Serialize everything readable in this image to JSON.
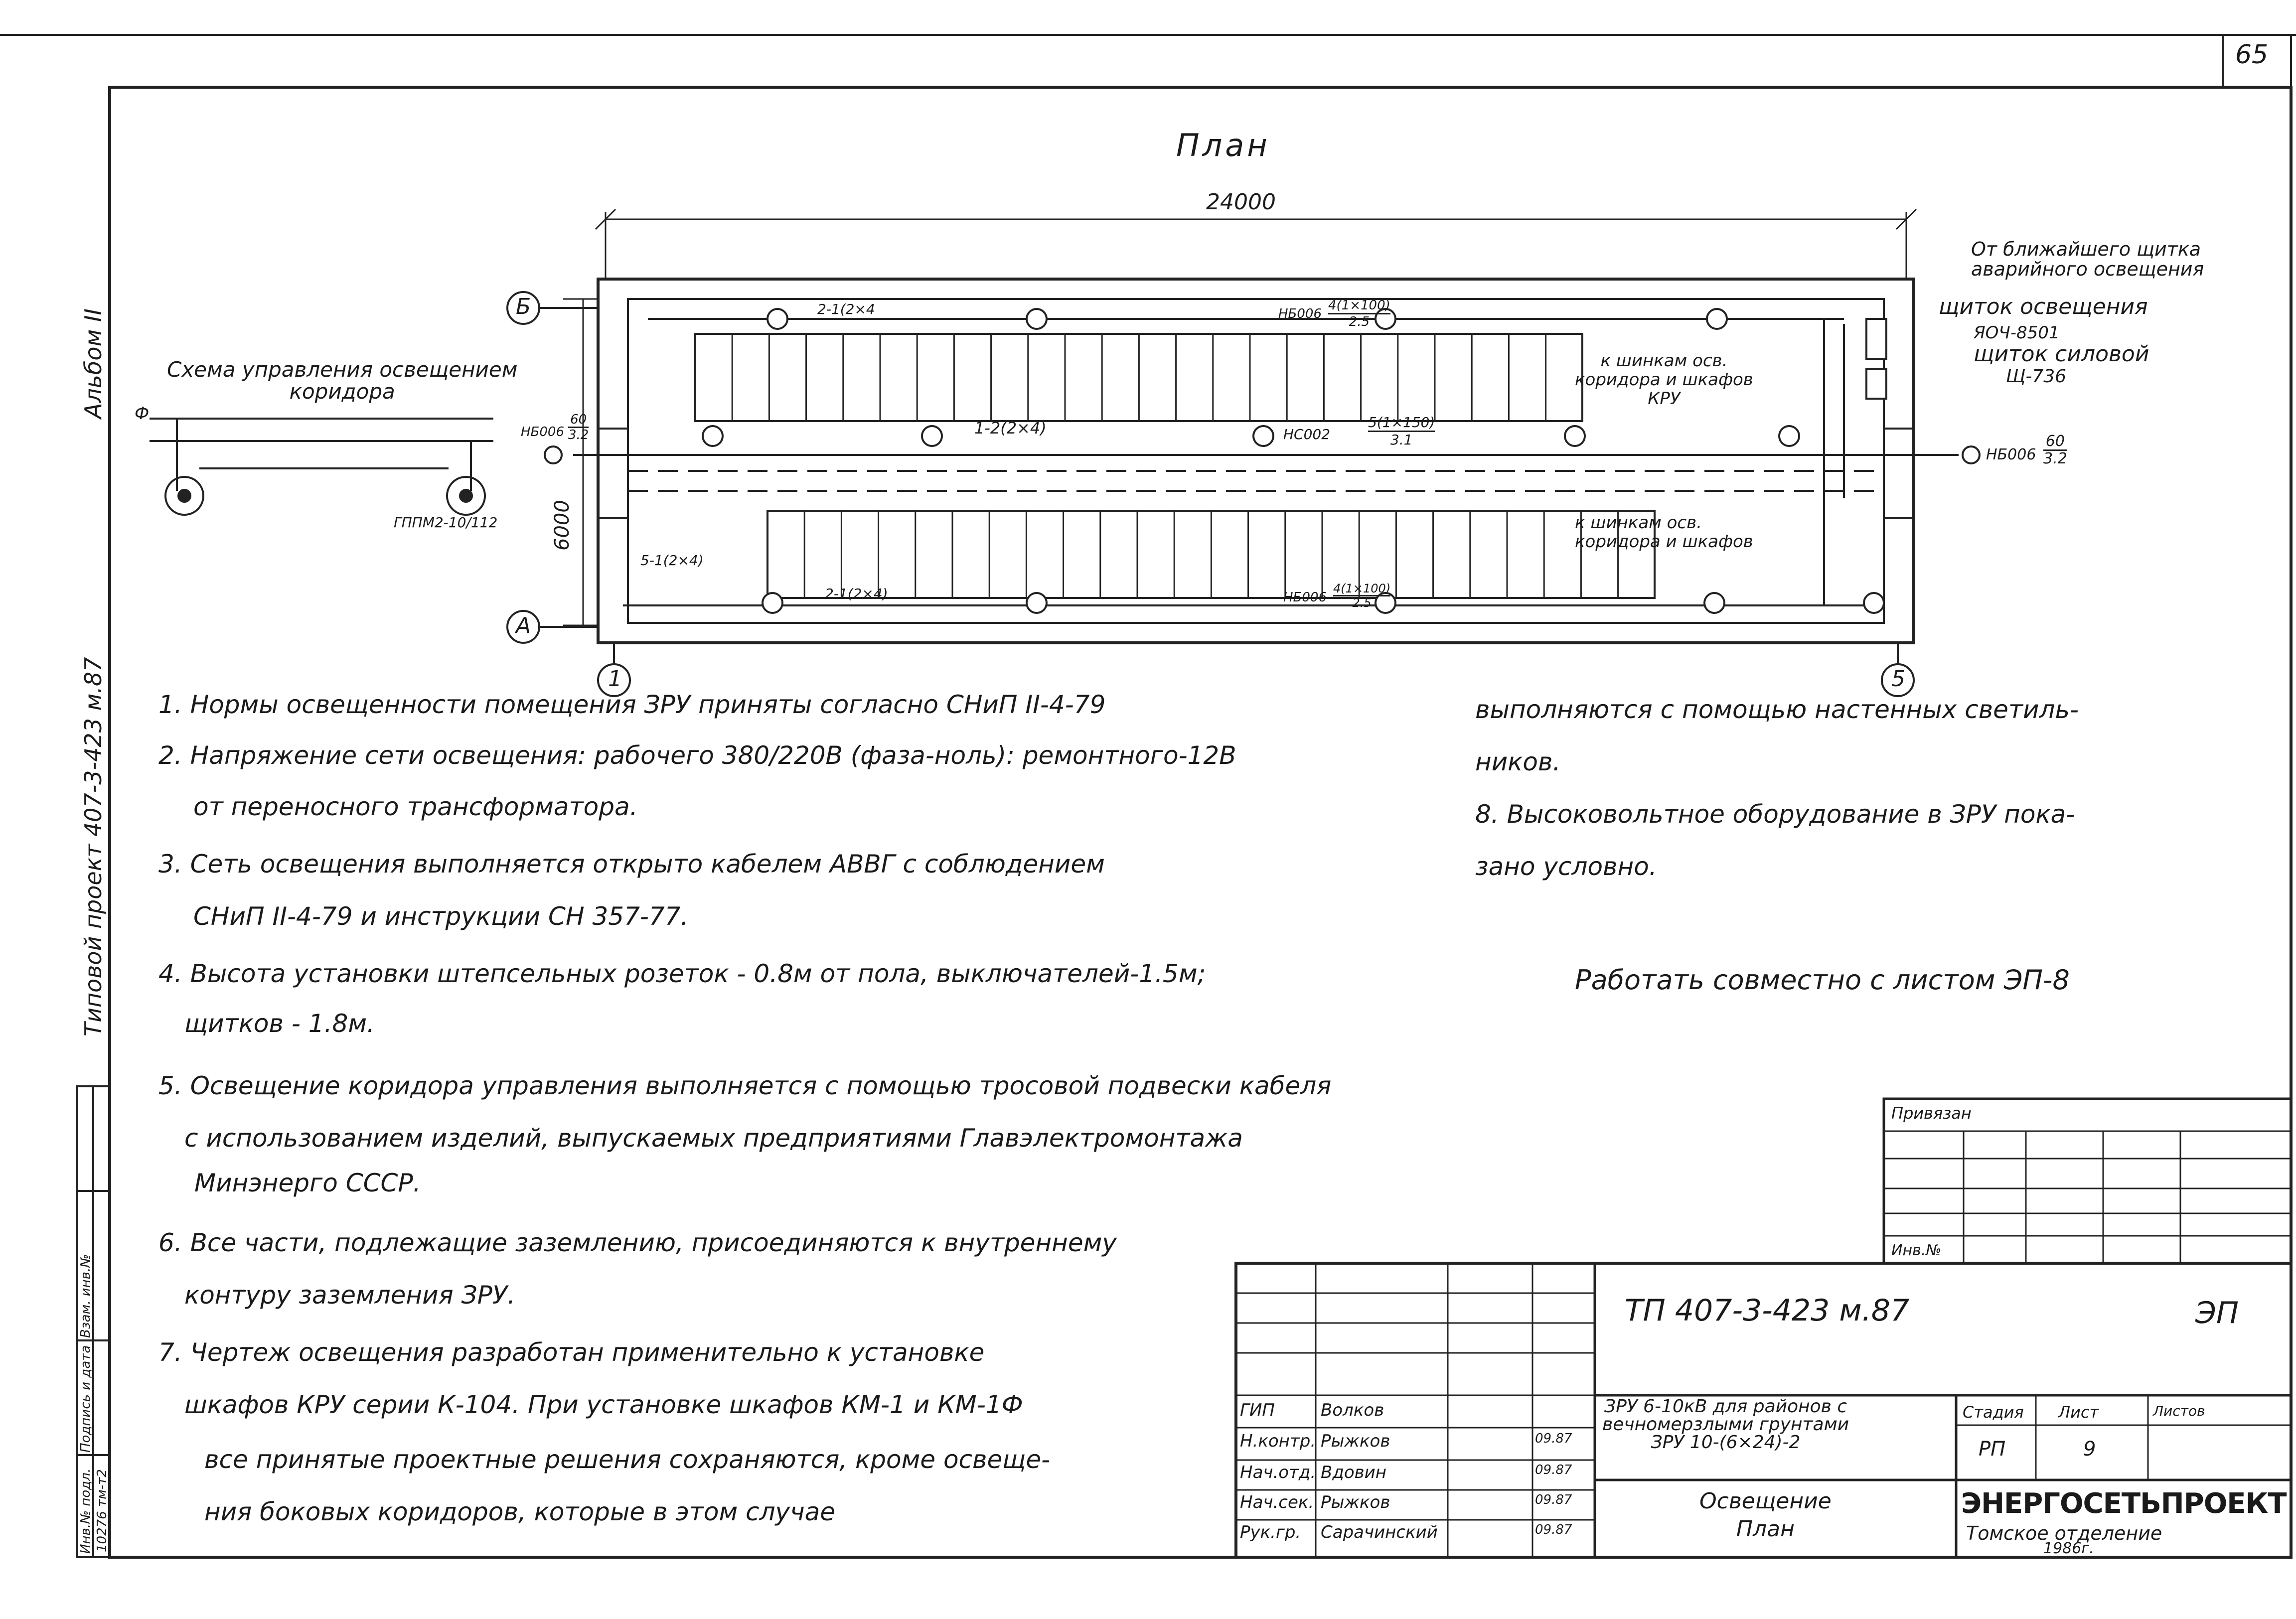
{
  "page_number": "65",
  "drawing": {
    "title": "План",
    "dim_length": "24000",
    "dim_width": "6000",
    "axis_b": "Б",
    "axis_a": "А",
    "axis_1": "1",
    "axis_5": "5",
    "labels": {
      "cable_top_left": "2-1(2×4",
      "cable_mid": "1-2(2×4)",
      "cable_bottom": "2-1(2×4)",
      "cable_51": "5-1(2×4)",
      "nb_top_code": "НБ006",
      "nb_top_num": "4(1×100)",
      "nb_top_den": "2.5",
      "nc_mid_code": "НС002",
      "nc_mid_num": "5(1×150)",
      "nc_mid_den": "3.1",
      "nb_bot_code": "НБ006",
      "nb_bot_num": "4(1×100)",
      "nb_bot_den": "2.5",
      "nb_left_code": "НБ006",
      "nb_left_num": "60",
      "nb_left_den": "3.2",
      "nb_right_code": "НБ006",
      "nb_right_num": "60",
      "nb_right_den": "3.2",
      "k_shin_top_1": "к шинкам осв.",
      "k_shin_top_2": "коридора и шкафов",
      "k_shin_top_3": "КРУ",
      "k_shin_bot_1": "к шинкам осв.",
      "k_shin_bot_2": "коридора и шкафов",
      "emergency_1": "От ближайшего щитка",
      "emergency_2": "аварийного освещения",
      "panel_light": "щиток освещения",
      "panel_light_code": "ЯОЧ-8501",
      "panel_power": "щиток силовой",
      "panel_power_code": "Щ-736"
    },
    "scheme": {
      "title_1": "Схема управления освещением",
      "title_2": "коридора",
      "phase": "Ф",
      "lamp_code": "ГППМ2-10/112"
    }
  },
  "notes_left": [
    "1. Нормы освещенности помещения ЗРУ приняты согласно СНиП II-4-79",
    "2. Напряжение сети освещения: рабочего 380/220В (фаза-ноль): ремонтного-12В",
    "от переносного трансформатора.",
    "3. Сеть освещения выполняется открыто кабелем АВВГ с соблюдением",
    "СНиП II-4-79 и инструкции СН 357-77.",
    "4. Высота установки штепсельных розеток - 0.8м от пола, выключателей-1.5м;",
    "щитков - 1.8м.",
    "5. Освещение коридора управления выполняется с помощью тросовой подвески кабеля",
    "с использованием изделий, выпускаемых предприятиями Главэлектромонтажа",
    "Минэнерго СССР.",
    "6. Все части, подлежащие заземлению, присоединяются к внутреннему",
    "контуру заземления ЗРУ.",
    "7. Чертеж освещения разработан применительно к установке",
    "шкафов КРУ серии К-104. При установке шкафов КМ-1 и КМ-1Ф",
    "все принятые проектные решения сохраняются, кроме освеще-",
    "ния боковых коридоров, которые в этом случае"
  ],
  "notes_right": [
    "выполняются с помощью настенных светиль-",
    "ников.",
    "8. Высоковольтное оборудование в ЗРУ пока-",
    "зано условно."
  ],
  "note_together": "Работать совместно с листом ЭП-8",
  "left_margin": {
    "album": "Альбом II",
    "project": "Типовой проект 407-3-423 м.87",
    "inv_podl": "Инв.№ подл.",
    "podpis": "Подпись и дата",
    "vzam": "Взам. инв.№",
    "inv_number": "10276 тм-т2"
  },
  "title_block": {
    "privyazan": "Привязан",
    "inv_no": "Инв.№",
    "code": "ТП 407-3-423 м.87",
    "section": "ЭП",
    "object_1": "ЗРУ 6-10кВ для районов с",
    "object_2": "вечномерзлыми грунтами",
    "object_3": "ЗРУ 10-(6×24)-2",
    "stage_hdr": "Стадия",
    "sheet_hdr": "Лист",
    "sheets_hdr": "Листов",
    "stage": "РП",
    "sheet": "9",
    "sheet_title_1": "Освещение",
    "sheet_title_2": "План",
    "org": "ЭНЕРГОСЕТЬПРОЕКТ",
    "org_branch": "Томское отделение",
    "year": "1986г.",
    "people": [
      {
        "role": "ГИП",
        "name": "Волков",
        "date": ""
      },
      {
        "role": "Н.контр.",
        "name": "Рыжков",
        "date": "09.87"
      },
      {
        "role": "Нач.отд.",
        "name": "Вдовин",
        "date": "09.87"
      },
      {
        "role": "Нач.сек.",
        "name": "Рыжков",
        "date": "09.87"
      },
      {
        "role": "Рук.гр.",
        "name": "Сарачинский",
        "date": "09.87"
      }
    ]
  }
}
